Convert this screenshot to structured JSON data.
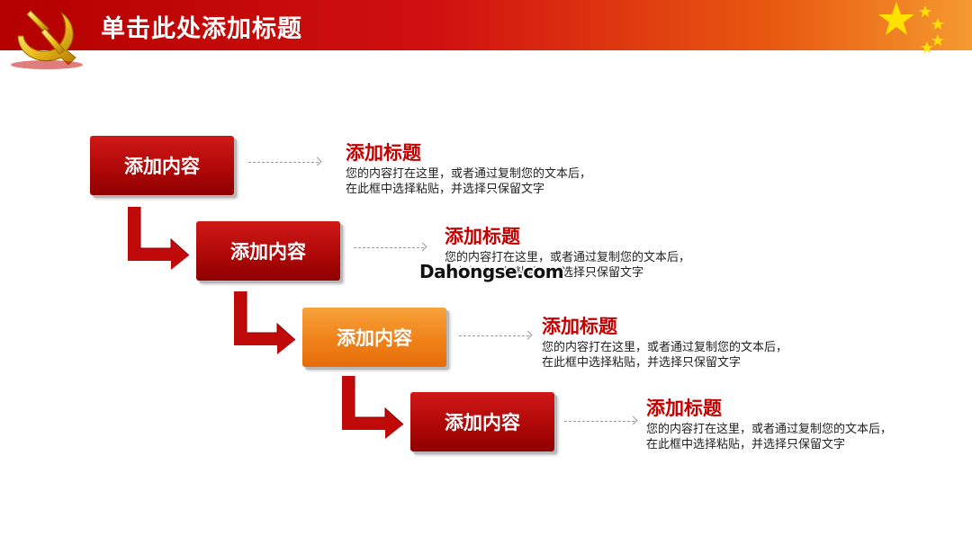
{
  "header": {
    "title": "单击此处添加标题"
  },
  "colors": {
    "red": "#b00808",
    "orange": "#f0821a",
    "title_red": "#c40000"
  },
  "steps": [
    {
      "label": "添加内容",
      "title": "添加标题",
      "desc1": "您的内容打在这里，或者通过复制您的文本后，",
      "desc2": "在此框中选择粘贴，并选择只保留文字"
    },
    {
      "label": "添加内容",
      "title": "添加标题",
      "desc1": "您的内容打在这里，或者通过复制您的文本后，",
      "desc2": "在此框中选择粘贴，并选择只保留文字"
    },
    {
      "label": "添加内容",
      "title": "添加标题",
      "desc1": "您的内容打在这里，或者通过复制您的文本后，",
      "desc2": "在此框中选择粘贴，并选择只保留文字"
    },
    {
      "label": "添加内容",
      "title": "添加标题",
      "desc1": "您的内容打在这里，或者通过复制您的文本后，",
      "desc2": "在此框中选择粘贴，并选择只保留文字"
    }
  ],
  "watermark": "Dahongse.com",
  "icons": {
    "emblem": "hammer-sickle-icon",
    "stars": "five-star-flag-icon",
    "arrow": "elbow-arrow-icon"
  }
}
